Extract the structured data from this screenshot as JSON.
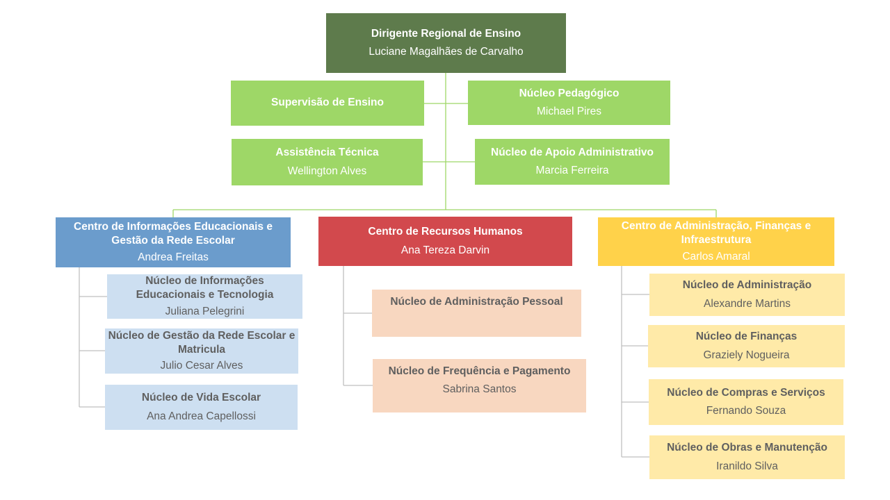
{
  "root": {
    "title": "Dirigente Regional de Ensino",
    "person": "Luciane Magalhães de Carvalho"
  },
  "staff": [
    {
      "title": "Supervisão de Ensino",
      "person": ""
    },
    {
      "title": "Núcleo Pedagógico",
      "person": "Michael Pires"
    },
    {
      "title": "Assistência Técnica",
      "person": "Wellington Alves"
    },
    {
      "title": "Núcleo de Apoio Administrativo",
      "person": "Marcia Ferreira"
    }
  ],
  "centers": [
    {
      "title": "Centro de Informações Educacionais e Gestão da Rede Escolar",
      "person": "Andrea Freitas",
      "units": [
        {
          "title": "Núcleo de Informações Educacionais e Tecnologia",
          "person": "Juliana Pelegrini"
        },
        {
          "title": "Núcleo de Gestão da Rede Escolar e Matricula",
          "person": "Julio Cesar Alves"
        },
        {
          "title": "Núcleo de Vida Escolar",
          "person": "Ana Andrea Capellossi"
        }
      ]
    },
    {
      "title": "Centro de Recursos Humanos",
      "person": "Ana Tereza Darvin",
      "units": [
        {
          "title": "Núcleo de Administração Pessoal",
          "person": ""
        },
        {
          "title": "Núcleo de Frequência e Pagamento",
          "person": "Sabrina Santos"
        }
      ]
    },
    {
      "title": "Centro de Administração, Finanças e Infraestrutura",
      "person": "Carlos Amaral",
      "units": [
        {
          "title": "Núcleo de Administração",
          "person": "Alexandre  Martins"
        },
        {
          "title": "Núcleo de Finanças",
          "person": "Graziely Nogueira"
        },
        {
          "title": "Núcleo de Compras e Serviços",
          "person": "Fernando Souza"
        },
        {
          "title": "Núcleo de Obras e Manutenção",
          "person": "Iranildo Silva"
        }
      ]
    }
  ]
}
